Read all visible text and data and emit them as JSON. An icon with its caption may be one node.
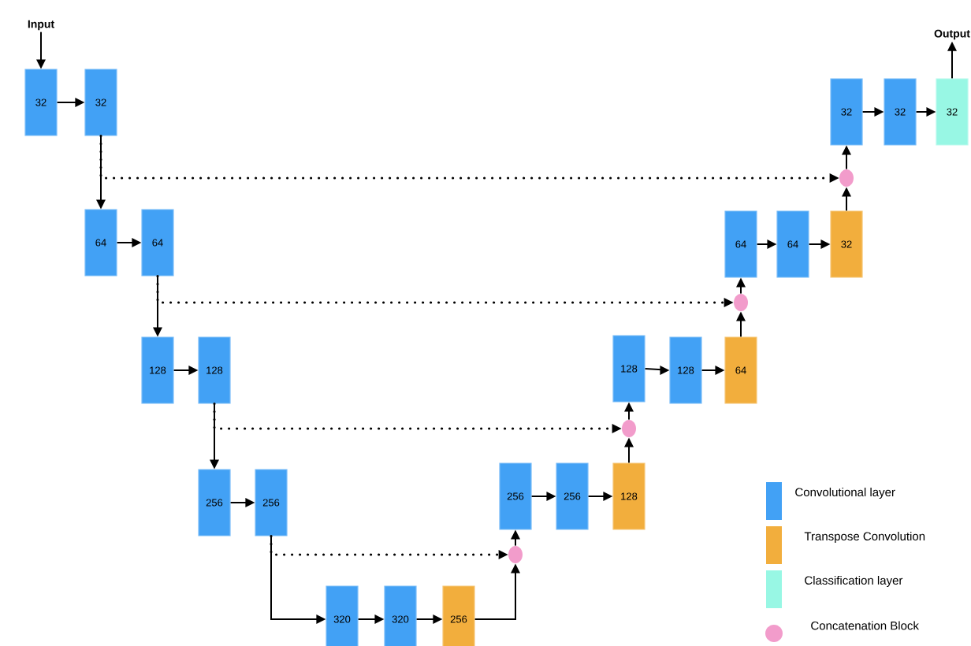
{
  "diagram": {
    "nodes": [
      {
        "text": [
          "Input"
        ]
      },
      {
        "text": [
          "32"
        ]
      },
      {
        "text": [
          "32"
        ]
      },
      {
        "text": [
          "64"
        ]
      },
      {
        "text": [
          "64"
        ]
      },
      {
        "text": [
          "128"
        ]
      },
      {
        "text": [
          "128"
        ]
      },
      {
        "text": [
          "256"
        ]
      },
      {
        "text": [
          "256"
        ]
      },
      {
        "text": [
          "320"
        ]
      },
      {
        "text": [
          "320"
        ]
      },
      {
        "text": [
          "256"
        ]
      },
      {
        "text": [],
        "shape": "circle"
      },
      {
        "text": [
          "256"
        ]
      },
      {
        "text": [
          "256"
        ]
      },
      {
        "text": [
          "128"
        ]
      },
      {
        "text": [],
        "shape": "circle"
      },
      {
        "text": [
          "128"
        ]
      },
      {
        "text": [
          "128"
        ]
      },
      {
        "text": [
          "64"
        ]
      },
      {
        "text": [],
        "shape": "circle"
      },
      {
        "text": [
          "64"
        ]
      },
      {
        "text": [
          "64"
        ]
      },
      {
        "text": [
          "32"
        ]
      },
      {
        "text": [],
        "shape": "circle"
      },
      {
        "text": [
          "32"
        ]
      },
      {
        "text": [
          "32"
        ]
      },
      {
        "text": [
          "32"
        ]
      },
      {
        "text": [
          "Output"
        ]
      }
    ],
    "edges": [
      {
        "from": 0,
        "to": 1,
        "arrow": "to"
      },
      {
        "from": 1,
        "to": 2,
        "arrow": "to"
      },
      {
        "from": 2,
        "to": 3,
        "arrow": "to"
      },
      {
        "from": 3,
        "to": 4,
        "arrow": "to"
      },
      {
        "from": 4,
        "to": 5,
        "arrow": "to"
      },
      {
        "from": 5,
        "to": 6,
        "arrow": "to"
      },
      {
        "from": 6,
        "to": 7,
        "arrow": "to"
      },
      {
        "from": 7,
        "to": 8,
        "arrow": "to"
      },
      {
        "from": 8,
        "to": 9,
        "arrow": "to"
      },
      {
        "from": 9,
        "to": 10,
        "arrow": "to"
      },
      {
        "from": 10,
        "to": 11,
        "arrow": "to"
      },
      {
        "from": 11,
        "to": 12,
        "arrow": "to"
      },
      {
        "from": 12,
        "to": 13,
        "arrow": "to"
      },
      {
        "from": 13,
        "to": 14,
        "arrow": "to"
      },
      {
        "from": 14,
        "to": 15,
        "arrow": "to"
      },
      {
        "from": 15,
        "to": 16,
        "arrow": "to"
      },
      {
        "from": 16,
        "to": 17,
        "arrow": "to"
      },
      {
        "from": 17,
        "to": 18,
        "arrow": "to"
      },
      {
        "from": 18,
        "to": 19,
        "arrow": "to"
      },
      {
        "from": 19,
        "to": 20,
        "arrow": "to"
      },
      {
        "from": 20,
        "to": 21,
        "arrow": "to"
      },
      {
        "from": 21,
        "to": 22,
        "arrow": "to"
      },
      {
        "from": 22,
        "to": 23,
        "arrow": "to"
      },
      {
        "from": 23,
        "to": 24,
        "arrow": "to"
      },
      {
        "from": 24,
        "to": 25,
        "arrow": "to"
      },
      {
        "from": 25,
        "to": 26,
        "arrow": "to"
      },
      {
        "from": 26,
        "to": 27,
        "arrow": "to"
      },
      {
        "from": 27,
        "to": 28,
        "arrow": "to"
      },
      {
        "from": 2,
        "to": 24,
        "arrow": "to",
        "style": "dashed"
      },
      {
        "from": 4,
        "to": 20,
        "arrow": "to",
        "style": "dashed"
      },
      {
        "from": 6,
        "to": 16,
        "arrow": "to",
        "style": "dashed"
      },
      {
        "from": 8,
        "to": 12,
        "arrow": "to",
        "style": "dashed"
      }
    ],
    "legend": [
      {
        "text": "Convolutional layer",
        "color": "#42a1f5"
      },
      {
        "text": "Transpose Convolution",
        "color": "#f2ae3d"
      },
      {
        "text": "Classification layer",
        "color": "#98f7e4"
      },
      {
        "text": "Concatenation Block",
        "color": "#f29ccb"
      }
    ]
  }
}
